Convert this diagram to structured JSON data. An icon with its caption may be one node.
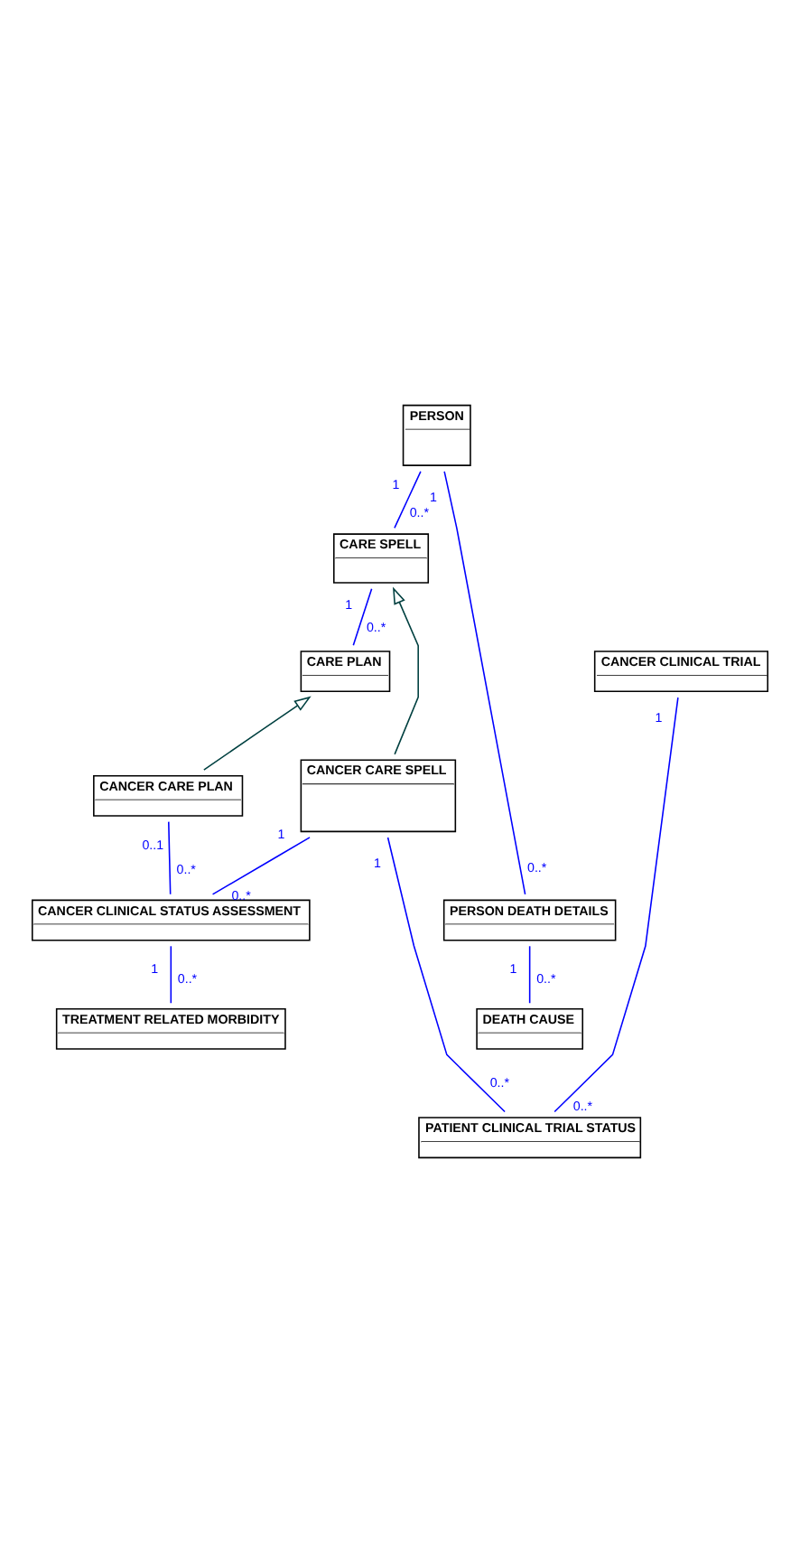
{
  "diagram": {
    "nodes": [
      {
        "text": [
          "PERSON"
        ]
      },
      {
        "text": [
          "CARE SPELL"
        ]
      },
      {
        "text": [
          "CANCER CLINICAL TRIAL"
        ]
      },
      {
        "text": [
          "CARE PLAN"
        ]
      },
      {
        "text": [
          "CANCER CARE SPELL"
        ]
      },
      {
        "text": [
          "CANCER CARE PLAN"
        ]
      },
      {
        "text": [
          "CANCER CLINICAL STATUS ASSESSMENT"
        ]
      },
      {
        "text": [
          "PERSON DEATH DETAILS"
        ]
      },
      {
        "text": [
          "TREATMENT RELATED MORBIDITY"
        ]
      },
      {
        "text": [
          "DEATH CAUSE"
        ]
      },
      {
        "text": [
          "PATIENT CLINICAL TRIAL STATUS"
        ]
      }
    ],
    "edges": [
      {
        "from": 0,
        "to": 1,
        "arrow": "none"
      },
      {
        "from": 0,
        "to": 7,
        "arrow": "none"
      },
      {
        "from": 1,
        "to": 3,
        "arrow": "none"
      },
      {
        "from": 4,
        "to": 1,
        "arrow": "to",
        "color": "#004040"
      },
      {
        "from": 5,
        "to": 3,
        "arrow": "to",
        "color": "#004040"
      },
      {
        "from": 2,
        "to": 10,
        "arrow": "none"
      },
      {
        "from": 4,
        "to": 6,
        "arrow": "none"
      },
      {
        "from": 5,
        "to": 6,
        "arrow": "none"
      },
      {
        "from": 4,
        "to": 10,
        "arrow": "none"
      },
      {
        "from": 6,
        "to": 8,
        "arrow": "none"
      },
      {
        "from": 7,
        "to": 9,
        "arrow": "none"
      }
    ],
    "labels": [
      "1",
      "1",
      "0..*",
      "1",
      "1",
      "0..*",
      "0..1",
      "1",
      "1",
      "0..*",
      "0..*",
      "0..*",
      "1",
      "1",
      "0..*",
      "0..*",
      "0..*",
      "0..*"
    ]
  }
}
